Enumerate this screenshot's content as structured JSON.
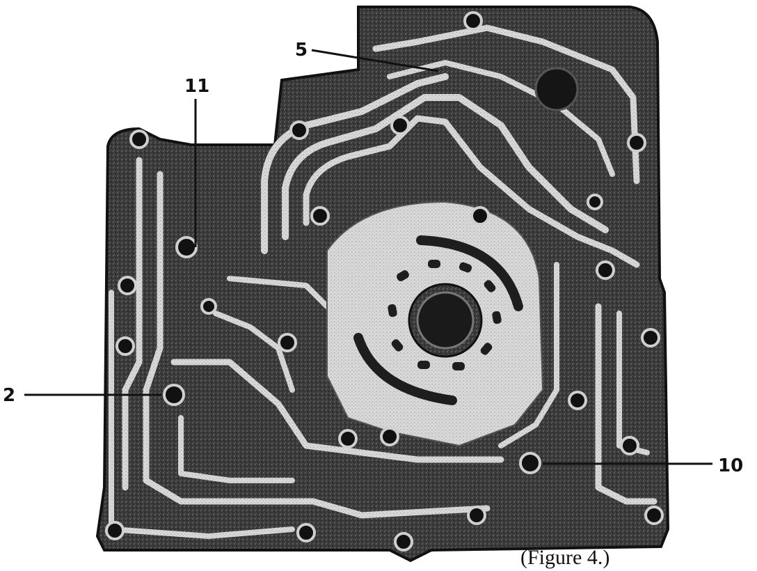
{
  "figure": {
    "caption": "(Figure 4.)",
    "colors": {
      "casting": "#262626",
      "passage_gray": "#8a8a8a",
      "land_light": "#d8d8d8",
      "background": "#ffffff"
    },
    "callouts": [
      {
        "id": "callout-5",
        "label": "5"
      },
      {
        "id": "callout-11",
        "label": "11"
      },
      {
        "id": "callout-2",
        "label": "2"
      },
      {
        "id": "callout-10",
        "label": "10"
      }
    ]
  }
}
